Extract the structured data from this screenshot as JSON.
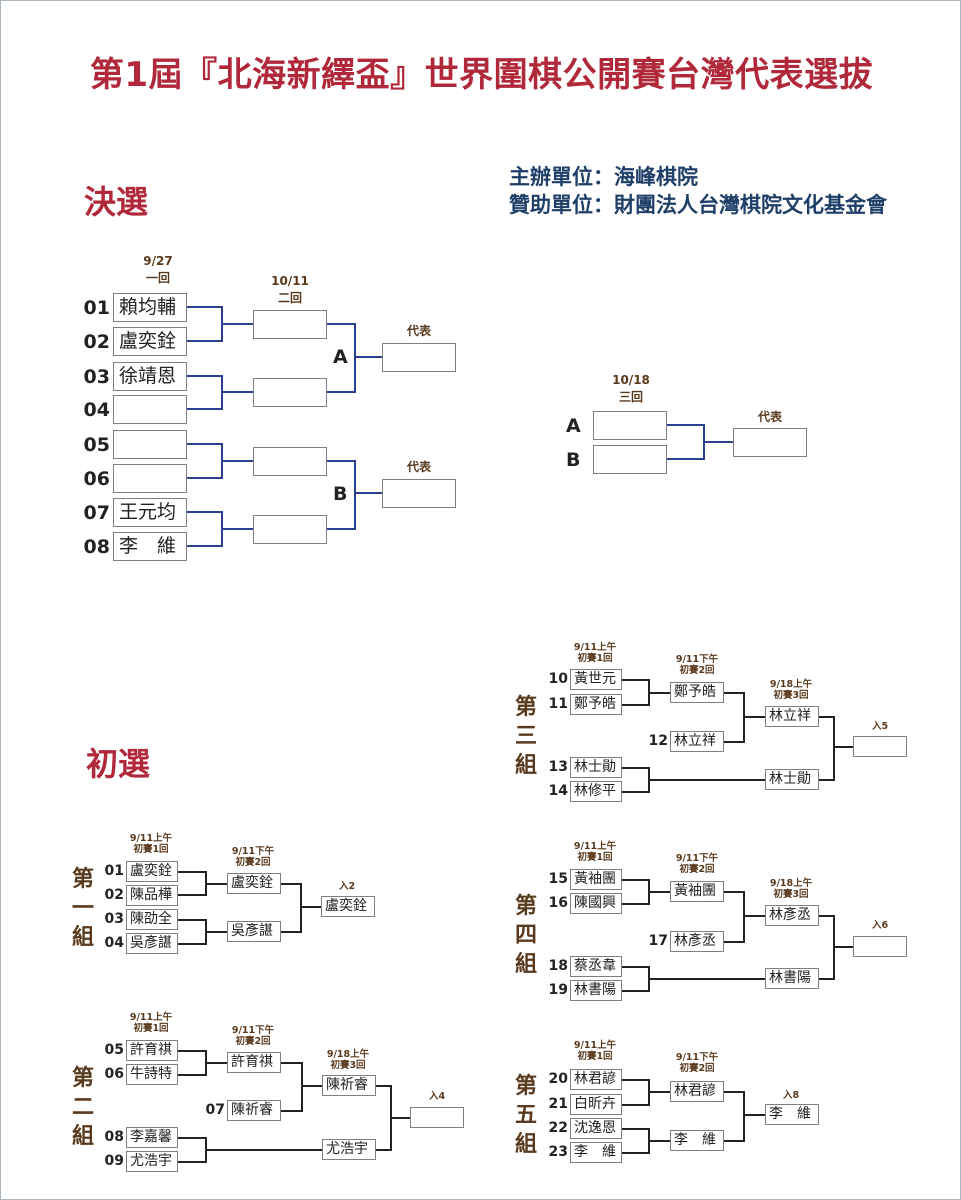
{
  "title": "第1屆『北海新繹盃』世界圍棋公開賽台灣代表選拔",
  "sections": {
    "finals": "決選",
    "prelims": "初選"
  },
  "sponsors": {
    "organizer": "主辦單位：海峰棋院",
    "sponsor": "贊助單位：財團法人台灣棋院文化基金會"
  },
  "finals": {
    "round1_date": "9/27",
    "round1_label": "一回",
    "round2_date": "10/11",
    "round2_label": "二回",
    "round3_date": "10/18",
    "round3_label": "三回",
    "rep_label": "代表",
    "group_a": "A",
    "group_b": "B",
    "seeds": [
      "01",
      "02",
      "03",
      "04",
      "05",
      "06",
      "07",
      "08"
    ],
    "players": [
      "賴均輔",
      "盧奕銓",
      "徐靖恩",
      "",
      "",
      "",
      "王元均",
      "李　維"
    ]
  },
  "prelims": {
    "g1": {
      "label": "第一組",
      "r1_date": "9/11上午",
      "r1_label": "初賽1回",
      "r2_date": "9/11下午",
      "r2_label": "初賽2回",
      "entry": "入2",
      "seeds": [
        "01",
        "02",
        "03",
        "04"
      ],
      "players": [
        "盧奕銓",
        "陳品樺",
        "陳劭全",
        "吳彥諶"
      ],
      "r2": [
        "盧奕銓",
        "吳彥諶"
      ],
      "final": "盧奕銓"
    },
    "g2": {
      "label": "第二組",
      "r1_date": "9/11上午",
      "r1_label": "初賽1回",
      "r2_date": "9/11下午",
      "r2_label": "初賽2回",
      "r3_date": "9/18上午",
      "r3_label": "初賽3回",
      "entry": "入4",
      "seeds": [
        "05",
        "06",
        "07",
        "08",
        "09"
      ],
      "players": [
        "許育祺",
        "牛詩特",
        "陳祈睿",
        "李嘉馨",
        "尤浩宇"
      ],
      "r2": [
        "許育祺"
      ],
      "r3": [
        "陳祈睿",
        "尤浩宇"
      ],
      "final": ""
    },
    "g3": {
      "label": "第三組",
      "r1_date": "9/11上午",
      "r1_label": "初賽1回",
      "r2_date": "9/11下午",
      "r2_label": "初賽2回",
      "r3_date": "9/18上午",
      "r3_label": "初賽3回",
      "entry": "入5",
      "seeds": [
        "10",
        "11",
        "12",
        "13",
        "14"
      ],
      "players": [
        "黃世元",
        "鄭予皓",
        "林立祥",
        "林士勛",
        "林修平"
      ],
      "r2": [
        "鄭予皓"
      ],
      "r3": [
        "林立祥",
        "林士勛"
      ],
      "final": ""
    },
    "g4": {
      "label": "第四組",
      "r1_date": "9/11上午",
      "r1_label": "初賽1回",
      "r2_date": "9/11下午",
      "r2_label": "初賽2回",
      "r3_date": "9/18上午",
      "r3_label": "初賽3回",
      "entry": "入6",
      "seeds": [
        "15",
        "16",
        "17",
        "18",
        "19"
      ],
      "players": [
        "黃袖團",
        "陳國興",
        "林彥丞",
        "蔡丞韋",
        "林書陽"
      ],
      "r2": [
        "黃袖團"
      ],
      "r3": [
        "林彥丞",
        "林書陽"
      ],
      "final": ""
    },
    "g5": {
      "label": "第五組",
      "r1_date": "9/11上午",
      "r1_label": "初賽1回",
      "r2_date": "9/11下午",
      "r2_label": "初賽2回",
      "entry": "入8",
      "seeds": [
        "20",
        "21",
        "22",
        "23"
      ],
      "players": [
        "林君諺",
        "白昕卉",
        "沈逸恩",
        "李　維"
      ],
      "r2": [
        "林君諺",
        "李　維"
      ],
      "final": "李　維"
    }
  },
  "colors": {
    "title": "#b0283a",
    "sponsor": "#1f3f68",
    "finals_line": "#2a3f8f",
    "prelim_line": "#222222",
    "date_label": "#5a3a1e"
  }
}
